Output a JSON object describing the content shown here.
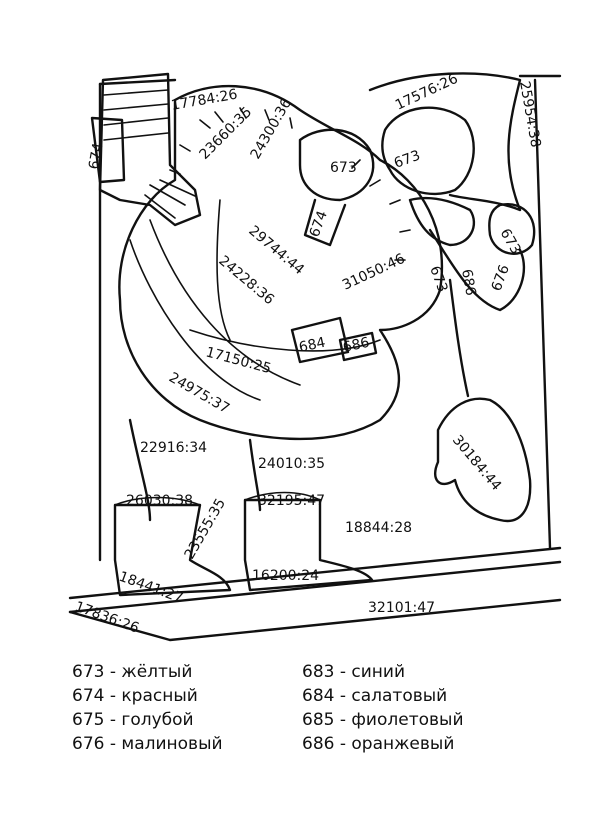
{
  "puzzle": {
    "labels": {
      "l01": "17784:26",
      "l02": "17576:26",
      "l03": "25954:38",
      "l04": "674",
      "l05": "23660:35",
      "l06": "24300:36",
      "l07": "673",
      "l08": "673",
      "l09": "674",
      "l10": "29744:44",
      "l11": "31050:46",
      "l12": "673",
      "l13": "686",
      "l14": "673",
      "l15": "676",
      "l16": "24228:36",
      "l17": "17150:25",
      "l18": "24975:37",
      "l19": "22916:34",
      "l20": "24010:35",
      "l21": "30184:44",
      "l22": "26030:38",
      "l23": "32195:47",
      "l24": "23555:35",
      "l25": "18844:28",
      "l26": "18441:27",
      "l27": "16200:24",
      "l28": "17836:26",
      "l29": "32101:47",
      "l30": "684",
      "l31": "686"
    }
  },
  "legend": {
    "left": [
      "673 - жёлтый",
      "674 - красный",
      "675 - голубой",
      "676 - малиновый"
    ],
    "right": [
      "683 - синий",
      "684 - салатовый",
      "685 - фиолетовый",
      "686 - оранжевый"
    ]
  }
}
